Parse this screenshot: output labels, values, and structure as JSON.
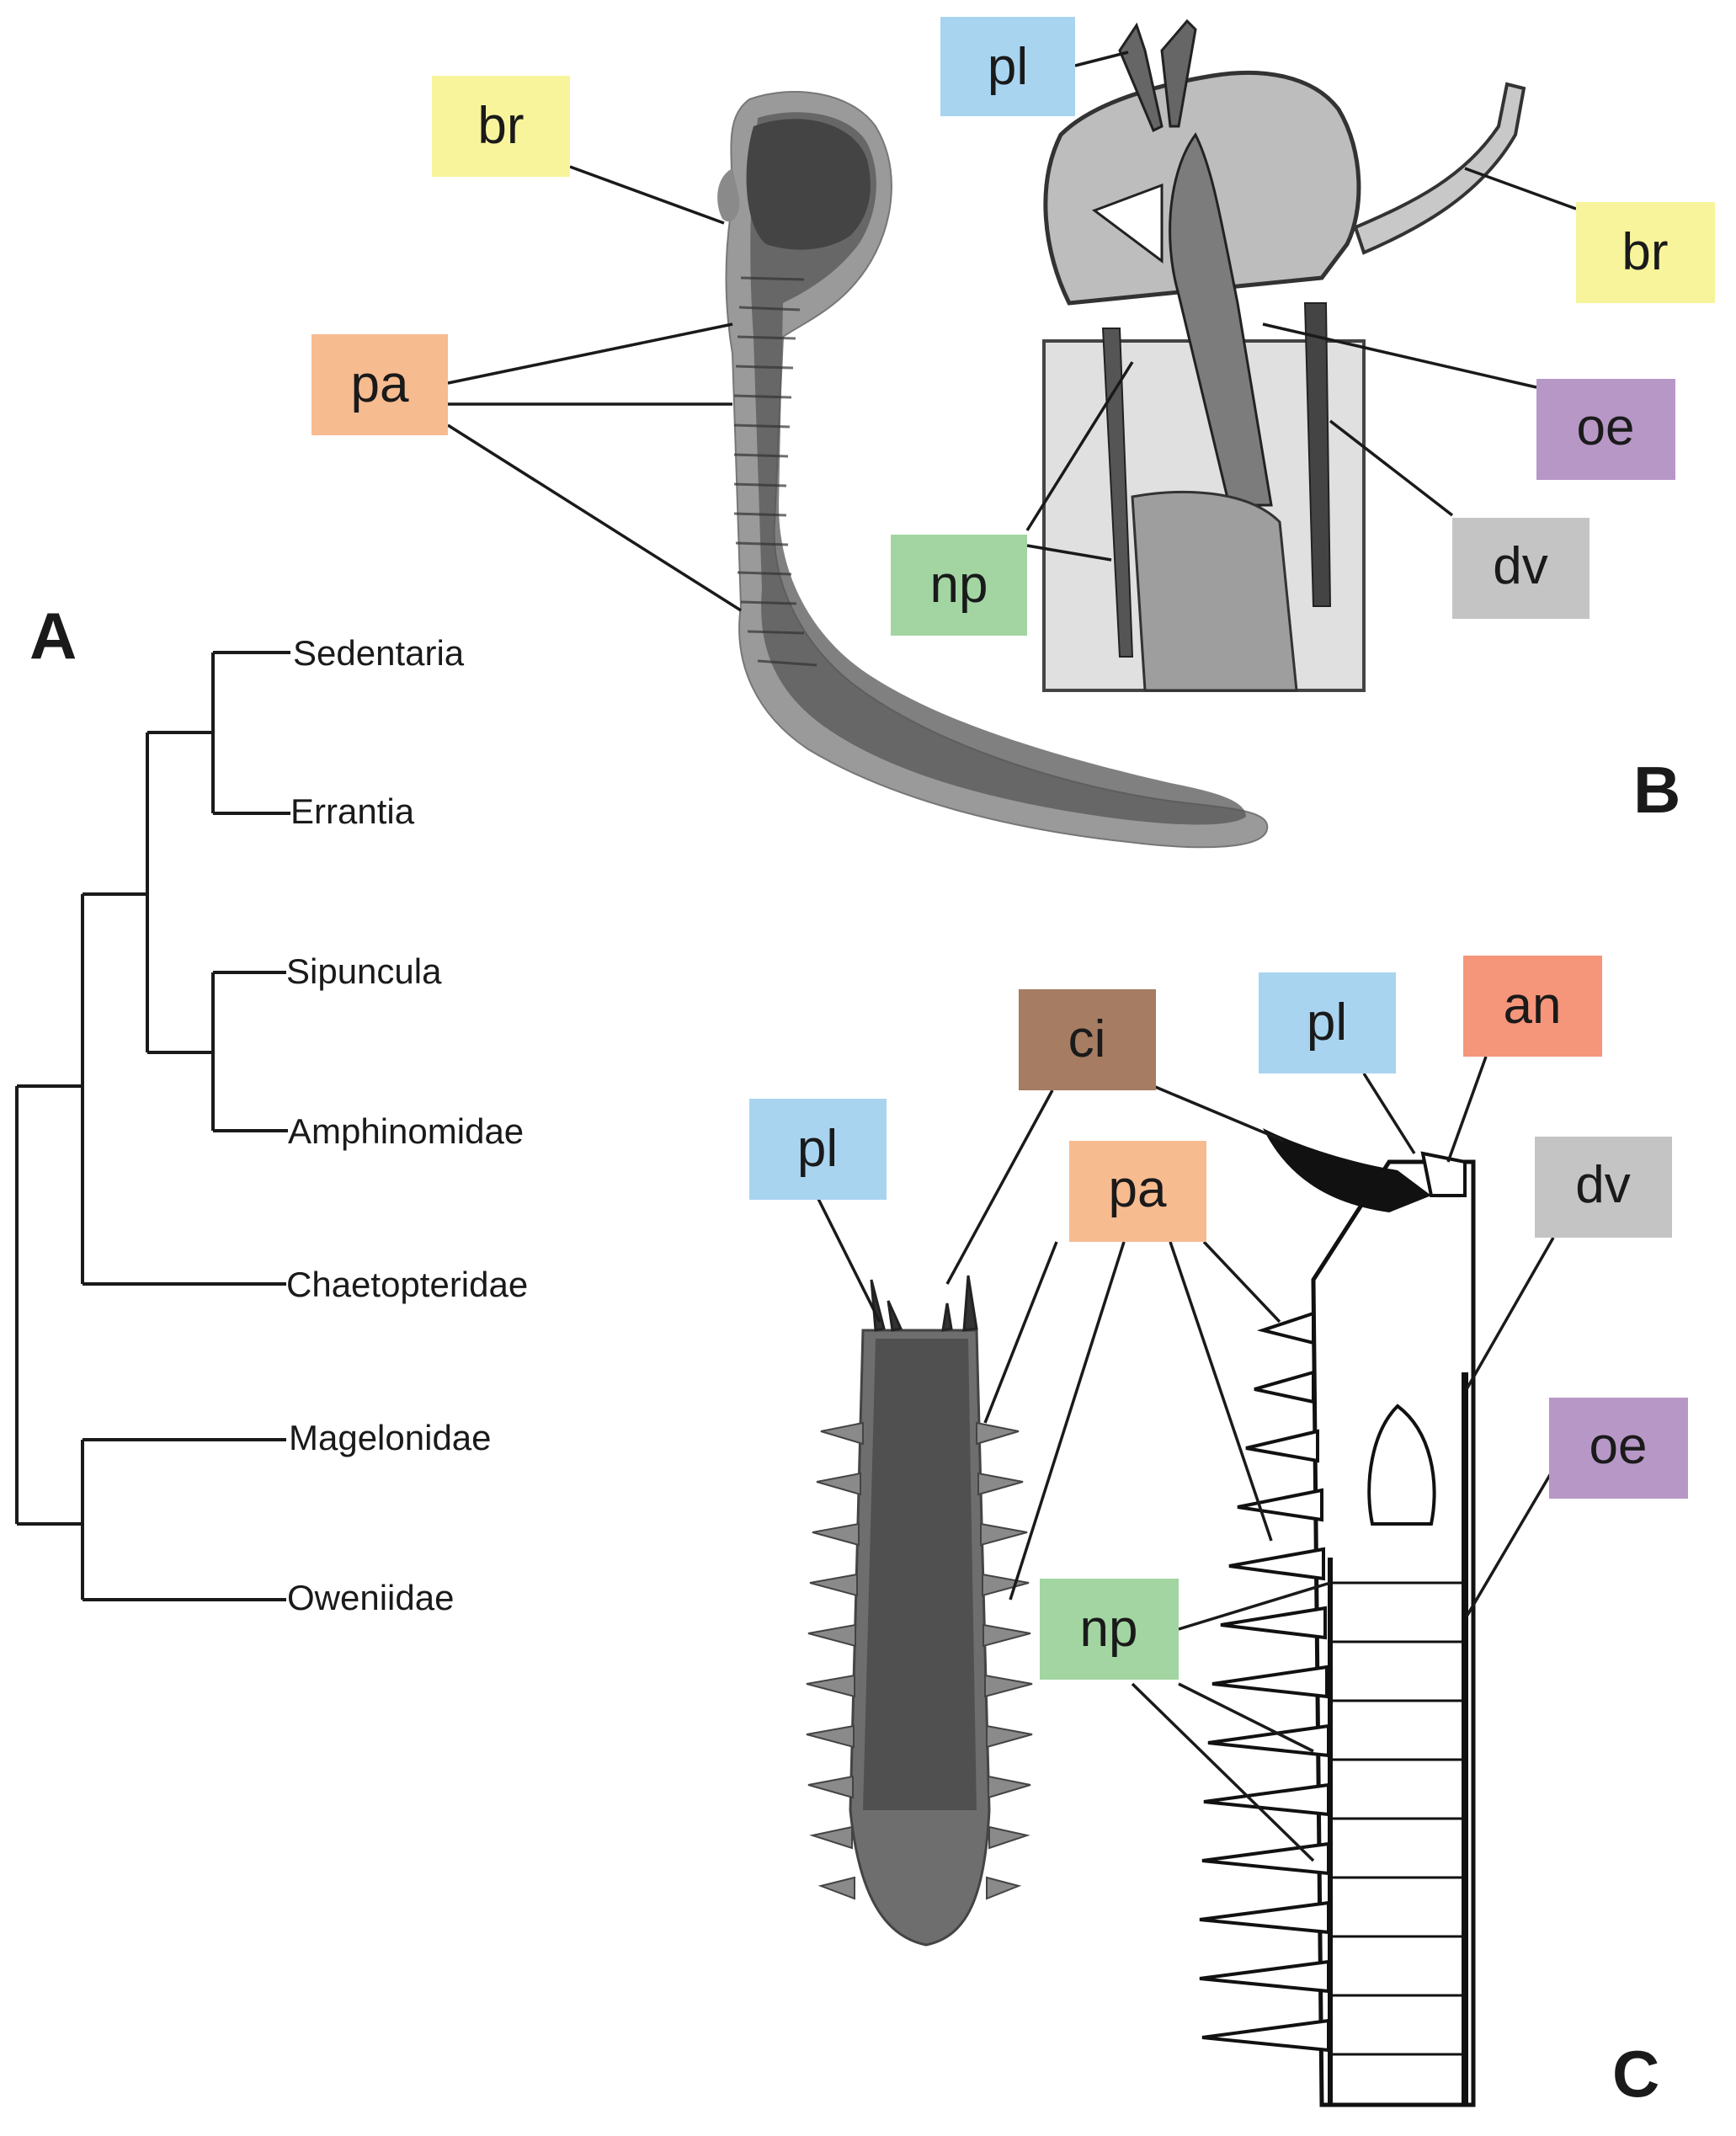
{
  "panels": {
    "A": "A",
    "B": "B",
    "C": "C"
  },
  "colors": {
    "pl": "#a8d4f0",
    "br": "#f8f49c",
    "pa": "#f7bb90",
    "oe": "#b797c6",
    "dv": "#c4c4c4",
    "np": "#a2d5a2",
    "ci": "#a67c62",
    "an": "#f5957a"
  },
  "tree": {
    "taxa": [
      "Sedentaria",
      "Errantia",
      "Sipuncula",
      "Amphinomidae",
      "Chaetopteridae",
      "Magelonidae",
      "Oweniidae"
    ]
  },
  "labels": {
    "b_br": "br",
    "b_pa": "pa",
    "b_pl": "pl",
    "b_br2": "br",
    "b_oe": "oe",
    "b_dv": "dv",
    "b_np": "np",
    "c_pl": "pl",
    "c_ci": "ci",
    "c_pl2": "pl",
    "c_an": "an",
    "c_pa": "pa",
    "c_dv": "dv",
    "c_oe": "oe",
    "c_np": "np"
  }
}
